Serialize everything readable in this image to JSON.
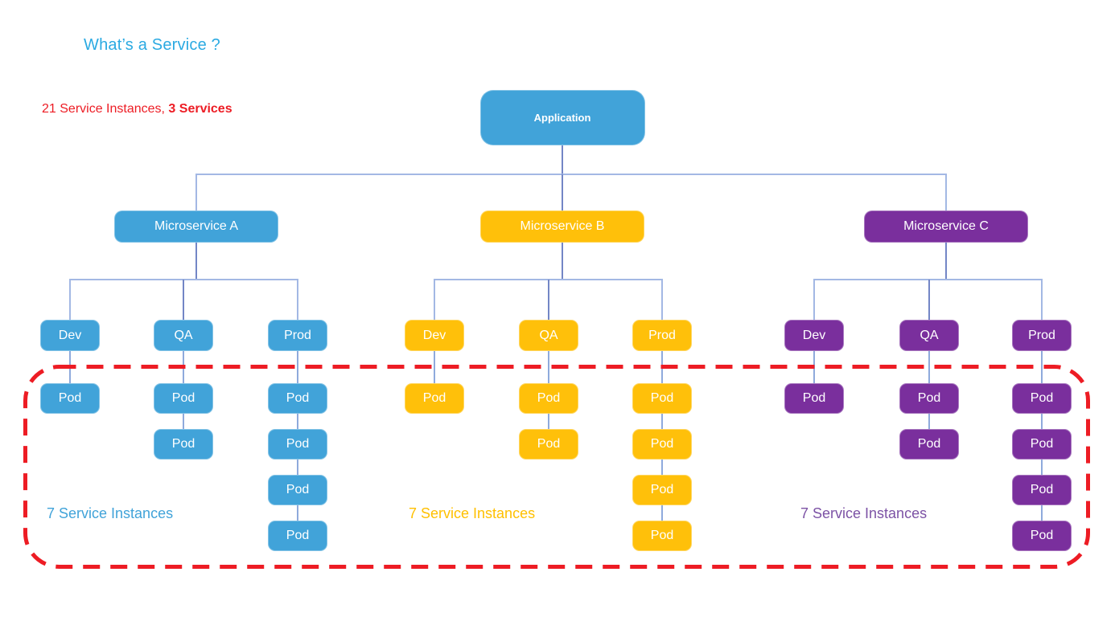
{
  "header": {
    "title": "What’s a Service ?",
    "summary_regular": "21 Service Instances, ",
    "summary_bold": "3 Services"
  },
  "palette": {
    "blue": "#41A3D9",
    "yellow": "#FFC00A",
    "purple": "#7A2F9D",
    "title_blue": "#2BAAE2",
    "red": "#ED1C24",
    "label_blue": "#41A3D9",
    "label_yellow": "#FFC000",
    "label_purple": "#7C52A5",
    "line_dark": "#7386C6",
    "line_light": "#A3B8E4",
    "line_pod": "#8FAADC"
  },
  "diagram": {
    "root": {
      "label": "Application"
    },
    "pod_label": "Pod",
    "microservices": [
      {
        "label": "Microservice A",
        "color": "blue",
        "instances_label": "7 Service Instances",
        "environments": [
          {
            "label": "Dev",
            "pod_count": 1
          },
          {
            "label": "QA",
            "pod_count": 2
          },
          {
            "label": "Prod",
            "pod_count": 4
          }
        ]
      },
      {
        "label": "Microservice B",
        "color": "yellow",
        "instances_label": "7 Service Instances",
        "environments": [
          {
            "label": "Dev",
            "pod_count": 1
          },
          {
            "label": "QA",
            "pod_count": 2
          },
          {
            "label": "Prod",
            "pod_count": 4
          }
        ]
      },
      {
        "label": "Microservice C",
        "color": "purple",
        "instances_label": "7 Service Instances",
        "environments": [
          {
            "label": "Dev",
            "pod_count": 1
          },
          {
            "label": "QA",
            "pod_count": 2
          },
          {
            "label": "Prod",
            "pod_count": 4
          }
        ]
      }
    ]
  }
}
